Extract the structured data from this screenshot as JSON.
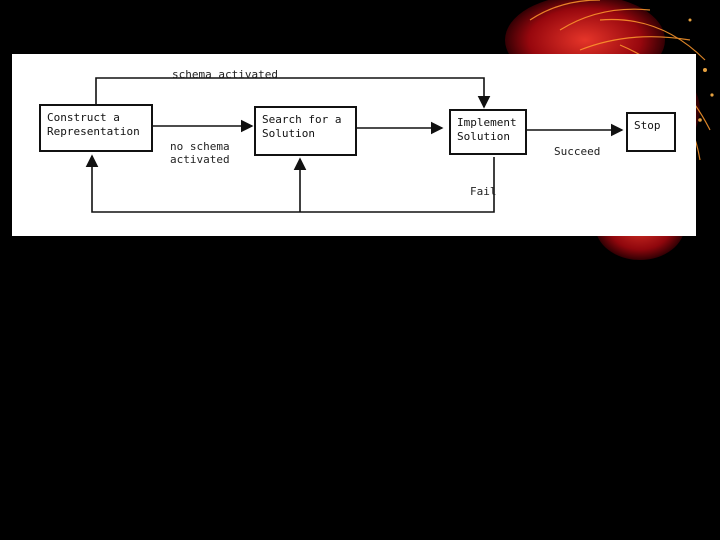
{
  "diagram": {
    "nodes": {
      "construct": "Construct a\nRepresentation",
      "search": "Search for a\nSolution",
      "implement": "Implement\nSolution",
      "stop": "Stop"
    },
    "edges": {
      "schema_activated": "schema activated",
      "no_schema_activated": "no schema\nactivated",
      "succeed": "Succeed",
      "fail": "Fail"
    }
  },
  "colors": {
    "background": "#000000",
    "panel": "#ffffff",
    "ink": "#111111",
    "accent": "#c0141c"
  }
}
